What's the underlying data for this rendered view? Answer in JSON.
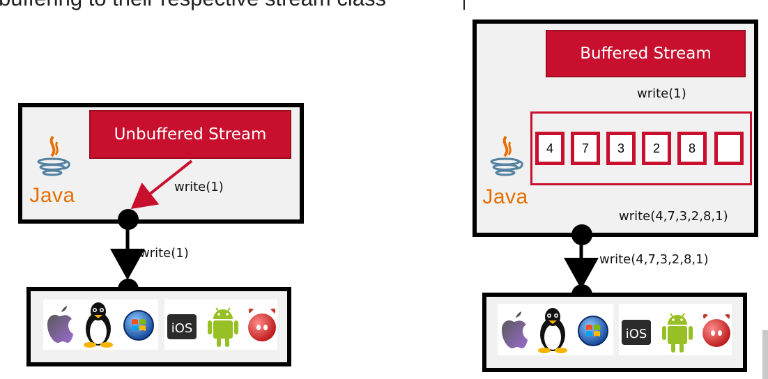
{
  "heading_fragment": "buffering to their respective stream class",
  "unbuffered": {
    "stream_label": "Unbuffered Stream",
    "write_inner": "write(1)",
    "write_outer": "write(1)",
    "brand": "Java"
  },
  "buffered": {
    "stream_label": "Buffered Stream",
    "write_into_buffer": "write(1)",
    "buffer_cells": [
      "4",
      "7",
      "3",
      "2",
      "8",
      ""
    ],
    "write_inner": "write(4,7,3,2,8,1)",
    "write_outer": "write(4,7,3,2,8,1)",
    "brand": "Java"
  },
  "os_icons": [
    "apple-icon",
    "linux-tux-icon",
    "windows-icon",
    "ios-icon",
    "android-icon",
    "freebsd-icon"
  ],
  "colors": {
    "accent_red": "#c8102e",
    "java_orange": "#e76f00",
    "java_blue": "#5382a1",
    "panel_gray": "#f1f1f1"
  }
}
